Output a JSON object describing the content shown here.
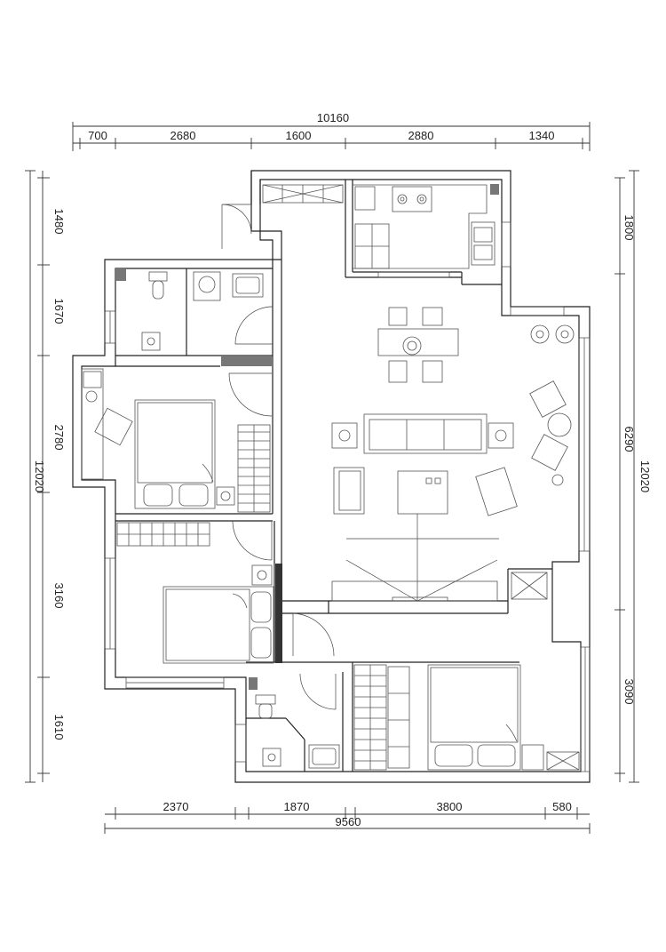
{
  "dimensions": {
    "top_total": "10160",
    "top_segments": [
      "700",
      "2680",
      "1600",
      "2880",
      "1340"
    ],
    "bottom_segments": [
      "2370",
      "1870",
      "3800",
      "580"
    ],
    "bottom_total": "9560",
    "left_segments": [
      "1480",
      "1670",
      "2780",
      "3160",
      "1610"
    ],
    "left_total": "12020",
    "right_segments": [
      "1800",
      "6290",
      "3090"
    ],
    "right_total": "12020"
  },
  "colors": {
    "line": "#222222",
    "fill_dark": "#333333",
    "fill_mid": "#777777"
  }
}
